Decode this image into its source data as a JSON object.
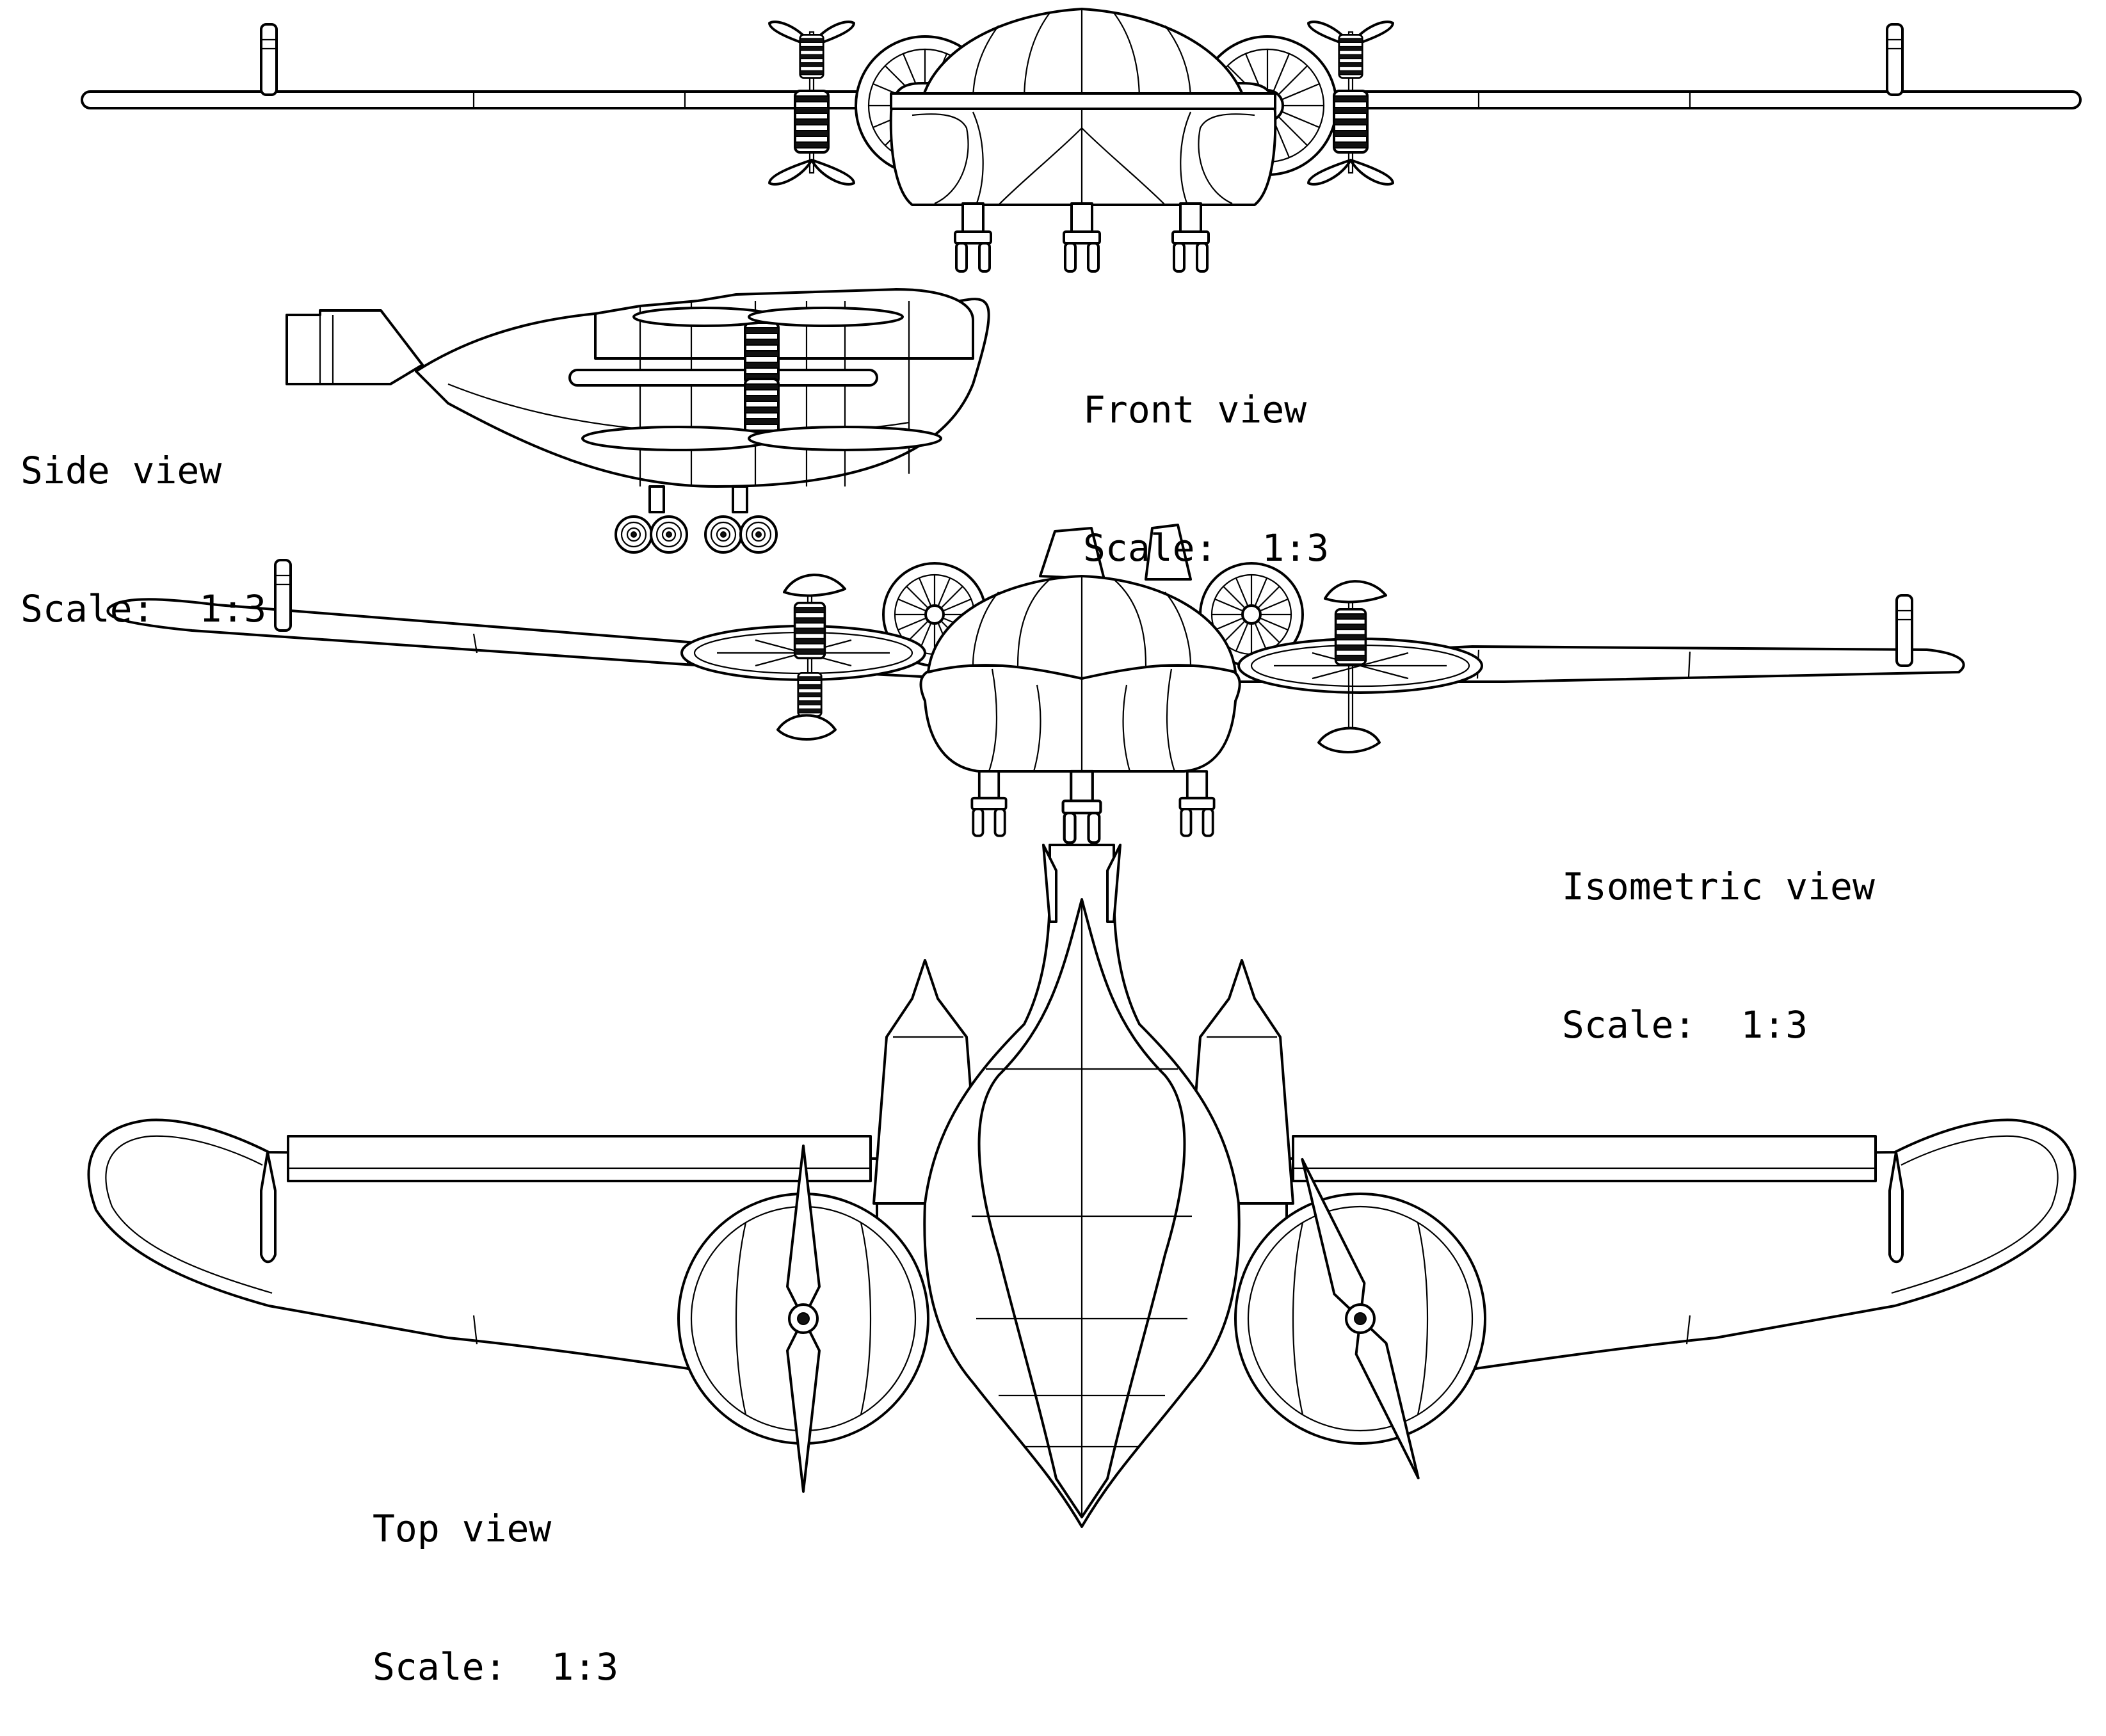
{
  "views": {
    "front": {
      "title": "Front view",
      "scale": "Scale:  1:3"
    },
    "side": {
      "title": "Side view",
      "scale": "Scale:  1:3"
    },
    "isometric": {
      "title": "Isometric view",
      "scale": "Scale:  1:3"
    },
    "top": {
      "title": "Top view",
      "scale": "Scale:  1:3"
    }
  },
  "colors": {
    "line": "#000000",
    "background": "#ffffff"
  }
}
